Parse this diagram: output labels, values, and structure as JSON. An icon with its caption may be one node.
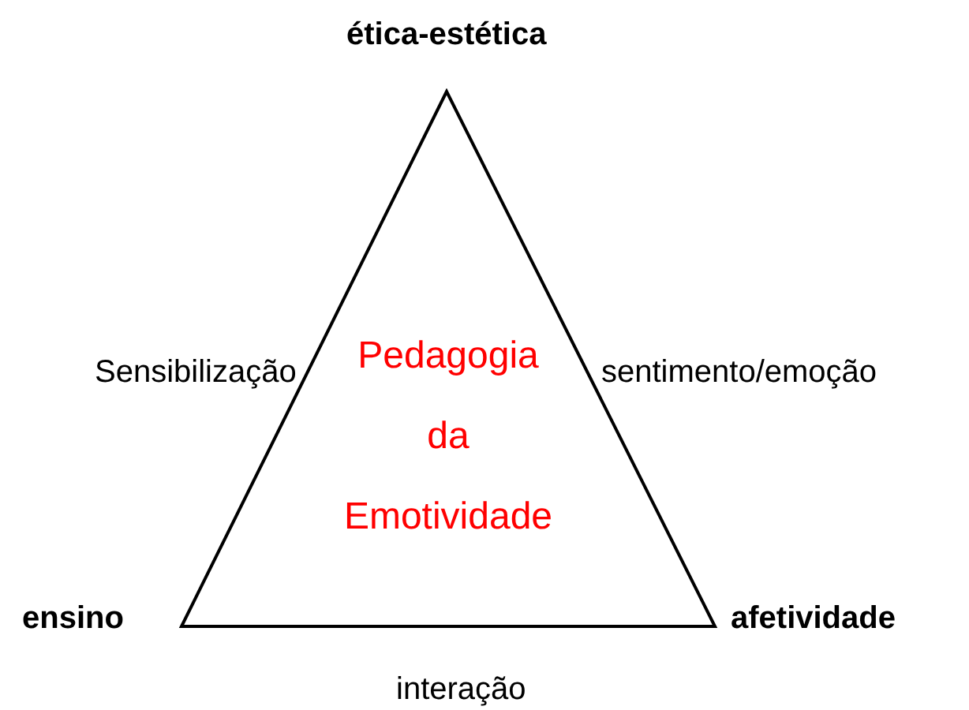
{
  "diagram": {
    "nodes": [
      {
        "text": [
          "Pedagogia da Emotividade"
        ]
      }
    ],
    "labels": [
      "ética-estética",
      "Sensibilização",
      "sentimento/emoção",
      "ensino",
      "afetividade",
      "interação"
    ]
  }
}
